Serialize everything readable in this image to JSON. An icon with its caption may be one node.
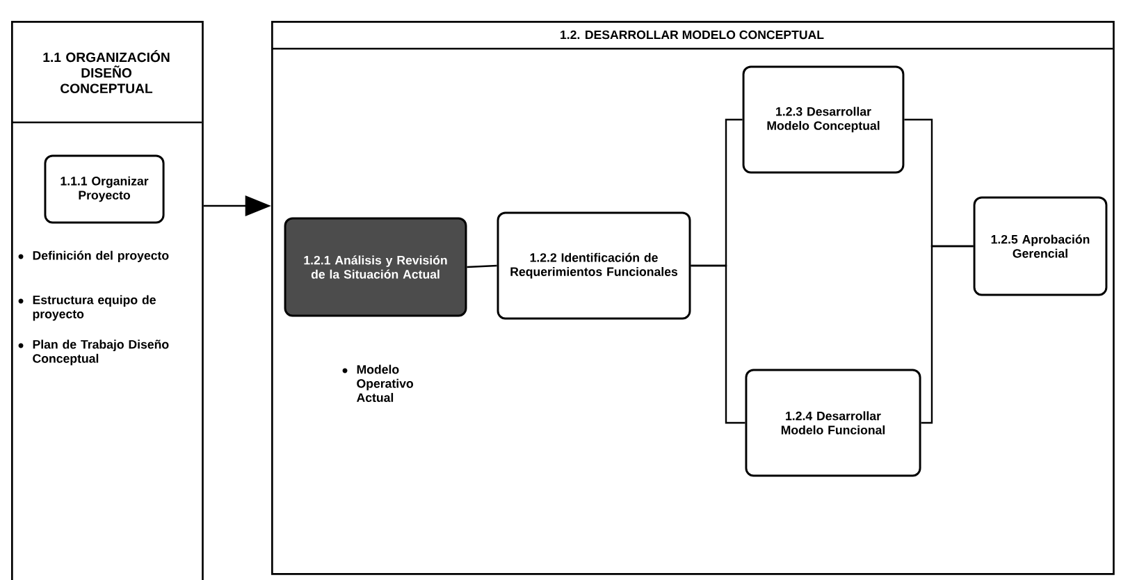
{
  "diagram": {
    "nodes": [
      {
        "text": [
          "1.1 ORGANIZACIÓN DISEÑO CONCEPTUAL",
          "Definición del proyecto",
          "Estructura equipo de proyecto",
          "Plan de Trabajo Diseño Conceptual"
        ]
      },
      {
        "text": [
          "1.1.1 Organizar Proyecto"
        ],
        "in": 0
      },
      {
        "text": [
          "1.2. DESARROLLAR MODELO CONCEPTUAL"
        ]
      },
      {
        "text": [
          "1.2.1 Análisis y Revisión de la Situación Actual"
        ],
        "in": 2
      },
      {
        "text": [
          "1.2.2 Identificación de Requerimientos Funcionales"
        ],
        "in": 2
      },
      {
        "text": [
          "1.2.3 Desarrollar Modelo Conceptual"
        ],
        "in": 2
      },
      {
        "text": [
          "1.2.4 Desarrollar Modelo Funcional"
        ],
        "in": 2
      },
      {
        "text": [
          "1.2.5 Aprobación Gerencial"
        ],
        "in": 2
      }
    ],
    "edges": [
      {
        "from": 0,
        "to": 2,
        "arrow": "to"
      },
      {
        "from": 3,
        "to": 4,
        "arrow": "none"
      },
      {
        "from": 4,
        "to": 5,
        "arrow": "none"
      },
      {
        "from": 4,
        "to": 6,
        "arrow": "none"
      },
      {
        "from": 5,
        "to": 7,
        "arrow": "none"
      },
      {
        "from": 6,
        "to": 7,
        "arrow": "none"
      }
    ],
    "labels": [
      "Modelo Operativo Actual"
    ]
  }
}
